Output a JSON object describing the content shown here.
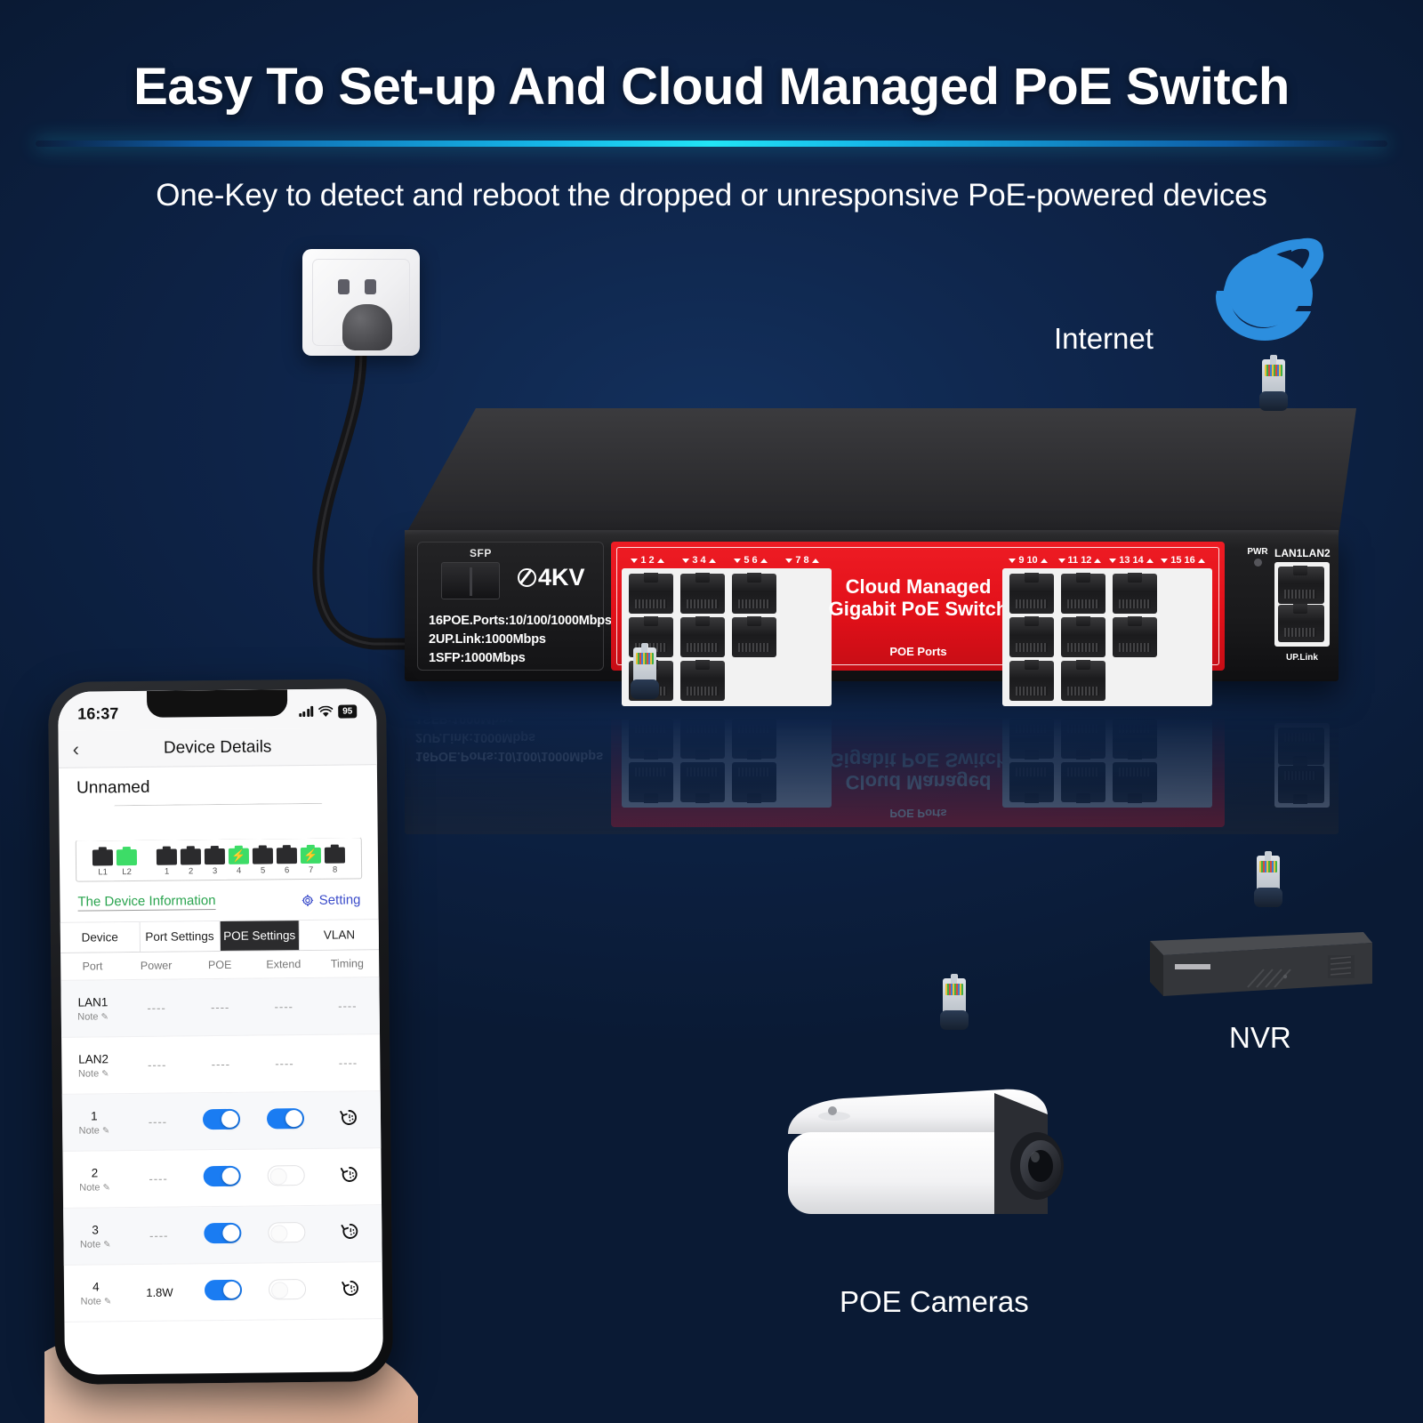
{
  "header": {
    "title": "Easy To Set-up And Cloud Managed PoE Switch",
    "subtitle": "One-Key to detect and reboot the dropped or unresponsive PoE-powered devices",
    "accent_color": "#22e4f5",
    "background_color": "#0d2144"
  },
  "labels": {
    "internet": "Internet",
    "nvr": "NVR",
    "cameras": "POE Cameras"
  },
  "icons": {
    "internet_explorer": "internet-explorer-icon",
    "wall_outlet": "wall-outlet-icon",
    "power_plug": "power-plug-icon",
    "rj45": "rj45-connector-icon"
  },
  "switch": {
    "sfp_label": "SFP",
    "surge_label": "4KV",
    "specs": [
      "16POE.Ports:10/100/1000Mbps",
      "2UP.Link:1000Mbps",
      "1SFP:1000Mbps"
    ],
    "brand_line1": "Cloud Managed",
    "brand_line2": "Gigabit PoE Switch",
    "poe_ports_caption": "POE Ports",
    "pwr_label": "PWR",
    "lan1_label": "LAN1",
    "lan2_label": "LAN2",
    "uplink_caption": "UP.Link",
    "panel_color": "#e21019",
    "port_numbers_left": [
      "1",
      "2",
      "3",
      "4",
      "5",
      "6",
      "7",
      "8"
    ],
    "port_numbers_right": [
      "9",
      "10",
      "11",
      "12",
      "13",
      "14",
      "15",
      "16"
    ]
  },
  "phone": {
    "status": {
      "time": "16:37",
      "battery": "95"
    },
    "nav": {
      "back": "‹",
      "title": "Device Details"
    },
    "device_name": "Unnamed",
    "diagram": {
      "uplink_ports": [
        {
          "label": "L1",
          "state": "off",
          "poe": false
        },
        {
          "label": "L2",
          "state": "on",
          "poe": false
        }
      ],
      "poe_ports": [
        {
          "label": "1",
          "state": "off",
          "poe": false
        },
        {
          "label": "2",
          "state": "off",
          "poe": false
        },
        {
          "label": "3",
          "state": "off",
          "poe": false
        },
        {
          "label": "4",
          "state": "on",
          "poe": true
        },
        {
          "label": "5",
          "state": "off",
          "poe": false
        },
        {
          "label": "6",
          "state": "off",
          "poe": false
        },
        {
          "label": "7",
          "state": "on",
          "poe": true
        },
        {
          "label": "8",
          "state": "off",
          "poe": false
        }
      ]
    },
    "info_link": "The Device Information",
    "setting_link": "Setting",
    "tabs": [
      {
        "label": "Device",
        "active": false
      },
      {
        "label": "Port Settings",
        "active": false
      },
      {
        "label": "POE Settings",
        "active": true
      },
      {
        "label": "VLAN",
        "active": false
      }
    ],
    "table": {
      "columns": [
        "Port",
        "Power",
        "POE",
        "Extend",
        "Timing"
      ],
      "note_label": "Note",
      "dash": "----",
      "rows": [
        {
          "port": "LAN1",
          "power": "----",
          "poe": "dash",
          "extend": "dash",
          "timing": false
        },
        {
          "port": "LAN2",
          "power": "----",
          "poe": "dash",
          "extend": "dash",
          "timing": false
        },
        {
          "port": "1",
          "power": "----",
          "poe": "on",
          "extend": "on",
          "timing": true
        },
        {
          "port": "2",
          "power": "----",
          "poe": "on",
          "extend": "off",
          "timing": true
        },
        {
          "port": "3",
          "power": "----",
          "poe": "on",
          "extend": "off",
          "timing": true
        },
        {
          "port": "4",
          "power": "1.8W",
          "poe": "on",
          "extend": "off",
          "timing": true
        }
      ]
    }
  }
}
